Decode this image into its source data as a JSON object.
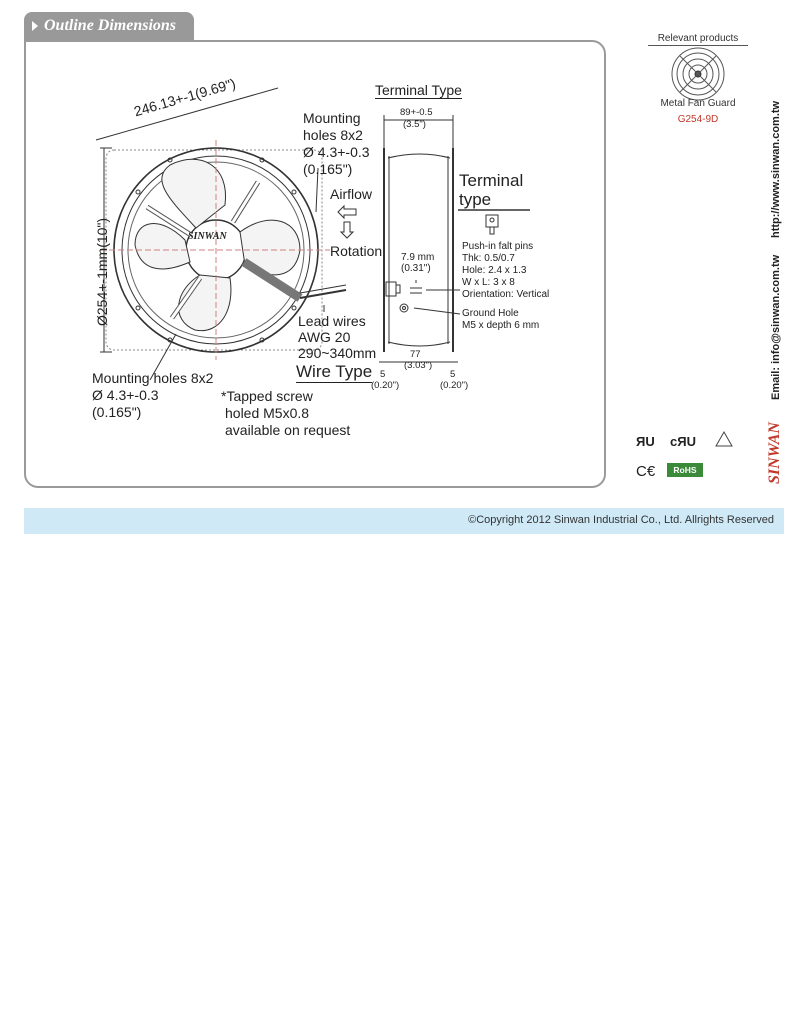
{
  "section": {
    "title": "Outline Dimensions"
  },
  "fan": {
    "brand": "SINWAN",
    "diag_dim": "246.13+-1(9.69\")",
    "height_dim": "Ø254+-1mm(10\")",
    "mount_top": [
      "Mounting",
      "holes 8x2",
      "Ø 4.3+-0.3",
      "(0.165\")"
    ],
    "airflow": "Airflow",
    "rotation": "Rotation",
    "lead": [
      "Lead wires",
      "AWG 20",
      "290~340mm"
    ],
    "wire_type": "Wire Type",
    "mount_bottom": [
      "Mounting holes 8x2",
      "Ø 4.3+-0.3",
      "(0.165\")"
    ],
    "tapped": [
      "*Tapped screw",
      "holed M5x0.8",
      "available on request"
    ]
  },
  "side": {
    "terminal_type": "Terminal Type",
    "width_dim": [
      "89+-0.5",
      "(3.5\")"
    ],
    "pin_dim": [
      "7.9 mm",
      "(0.31\")"
    ],
    "depth_dim": [
      "77",
      "(3.03\")"
    ],
    "flange_left": [
      "5",
      "(0.20\")"
    ],
    "flange_right": [
      "5",
      "(0.20\")"
    ]
  },
  "terminal": {
    "title": [
      "Terminal",
      "type"
    ],
    "specs": [
      "Push-in falt pins",
      "Thk: 0.5/0.7",
      "Hole: 2.4 x 1.3",
      "W x L: 3 x 8",
      "Orientation: Vertical"
    ],
    "ground": [
      "Ground Hole",
      "M5 x depth 6 mm"
    ]
  },
  "related": {
    "title": "Relevant products",
    "name": "Metal Fan Guard",
    "code": "G254-9D"
  },
  "contact": {
    "website": "http://www.sinwan.com.tw",
    "email": "Email: info@sinwan.com.tw",
    "brand": "SINWAN"
  },
  "certs": {
    "rohs": "RoHS"
  },
  "footer": {
    "copyright": "©Copyright 2012 Sinwan Industrial Co., Ltd. Allrights Reserved"
  },
  "colors": {
    "brand_red": "#c0392b",
    "footer_bg": "#cfe9f7",
    "tab_bg": "#999999"
  }
}
